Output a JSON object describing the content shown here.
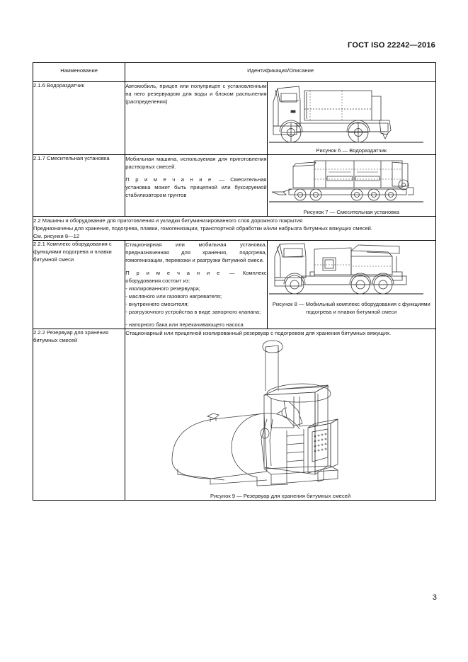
{
  "document": {
    "standard_header": "ГОСТ ISO 22242—2016",
    "page_number": "3"
  },
  "table": {
    "headers": {
      "name": "Наименование",
      "identification": "Идентификация/Описание"
    },
    "rows": [
      {
        "id": "2.1.6",
        "name": "2.1.6  Водораздатчик",
        "description": "Автомобиль, прицеп или полуприцеп с установленным на него резервуаром для воды и блоком распыления (распределения)",
        "figure_caption": "Рисунок 6 — Водораздатчик",
        "figure_alt": "truck-with-water-tank"
      },
      {
        "id": "2.1.7",
        "name": "2.1.7  Смесительная установка",
        "description": "Мобильная машина, используемая для приготовления растворных смесей.",
        "note_label": "П р и м е ч а н и е",
        "note_dash": "—",
        "note_text": "Смесительная установка может быть прицепной или буксируемой стабилизатором грунтов",
        "figure_caption": "Рисунок 7 — Смесительная установка",
        "figure_alt": "trailer-mixing-plant"
      }
    ],
    "section_band": {
      "heading": "2.2 Машины и оборудование для приготовления и укладки битуминизированного слоя дорожного покрытия",
      "body": "Предназначены для хранения, подогрева, плавки, гомогенизации, транспортной обработки и/или набрызга битумных вяжущих смесей.",
      "see": "См. рисунки 8—12"
    },
    "rows2": [
      {
        "id": "2.2.1",
        "name": "2.2.1 Комплекс оборудования с функциями подогрева и плавки битумной смеси",
        "description": "Стационарная или мобильная установка, предназначенная для хранения, подогрева, гомогенизации, перевозки и разгрузки битумной смеси.",
        "note_label": "П р и м е ч а н и е",
        "note_dash": "—",
        "note_text": "Комплекс оборудования состоит из:",
        "list": [
          "- изолированного резервуара;",
          "- масляного или газового нагревателя;",
          "- внутреннего смесителя;",
          "- разгрузочного устройства в виде запорного клапана;",
          "- напорного бака или перекачивающего насоса"
        ],
        "figure_caption": "Рисунок 8 — Мобильный комплекс оборудования с функциями подогрева и плавки битумной смеси",
        "figure_alt": "mobile-bitumen-heating-melting-truck"
      }
    ],
    "row_wide": {
      "id": "2.2.2",
      "name": "2.2.2 Резервуар для хранения битумных смесей",
      "description": "Стационарный или прицепной изолированный резервуар с подогревом для хранения битумных вяжущих.",
      "figure_caption": "Рисунок 9 — Резервуар для хранения битумных смесей",
      "figure_alt": "horizontal-bitumen-storage-tank"
    }
  },
  "colors": {
    "text": "#1a1a1a",
    "rule": "#000000",
    "page_background": "#ffffff"
  }
}
